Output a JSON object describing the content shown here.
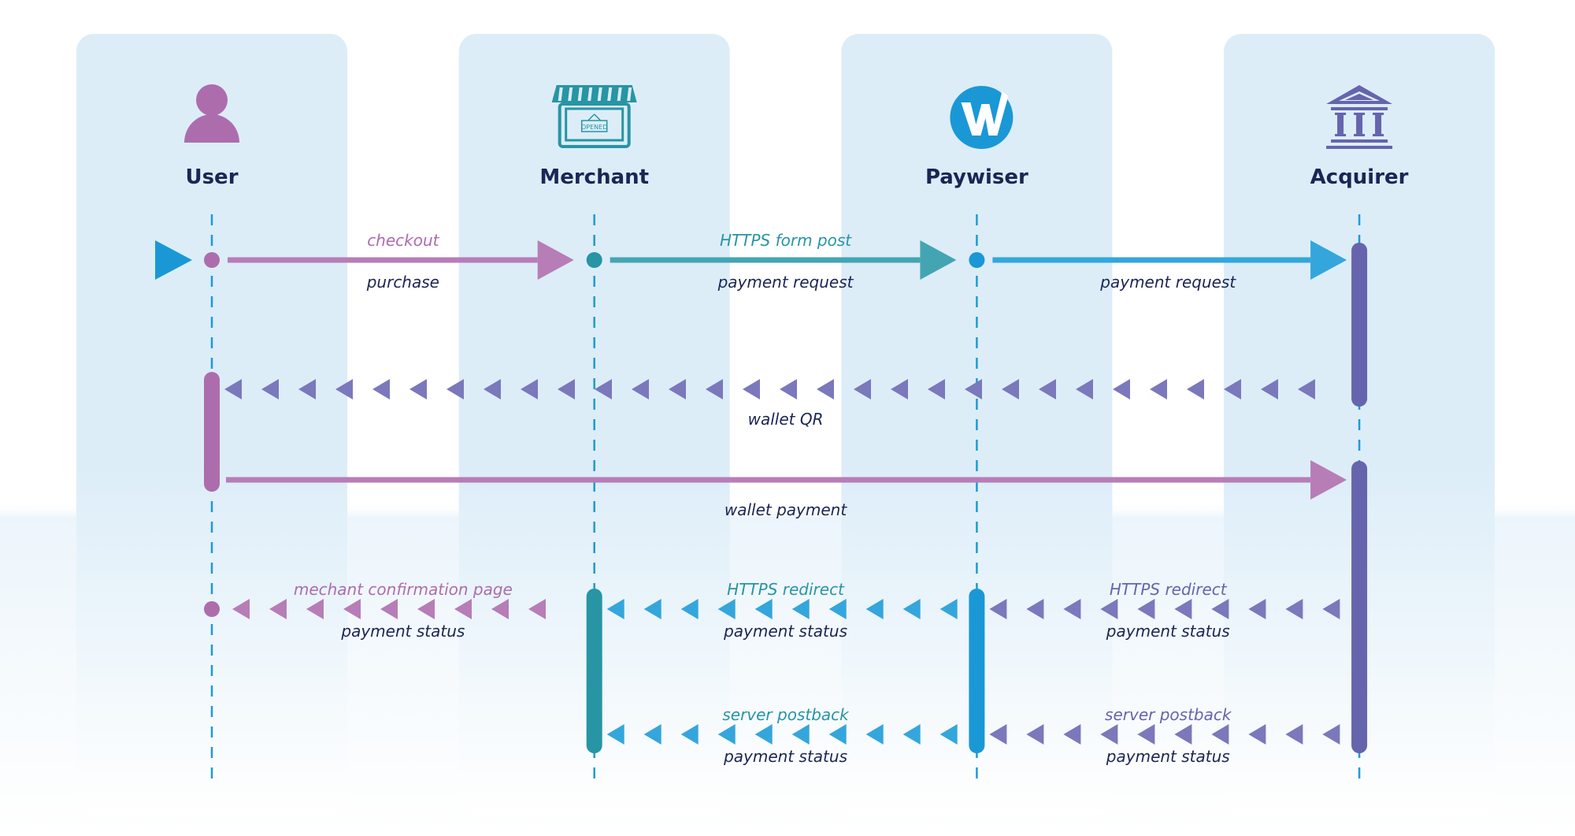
{
  "title": "Wallet payment sequence diagram",
  "colors": {
    "column_bg": "#dcedf8",
    "lifeline": "#1e9ad6",
    "text_dark": "#1c2554",
    "user": "#ad6dad",
    "user_arrow": "#b77db7",
    "merchant": "#2795a4",
    "merchant_arrow": "#44a5b2",
    "paywiser": "#1a98d6",
    "paywiser_arrow": "#34a6dc",
    "acquirer": "#6664ad",
    "acquirer_arrow": "#7b78bb",
    "start_marker": "#1a98d6"
  },
  "actors": [
    {
      "id": "user",
      "label": "User",
      "icon": "user-person-icon"
    },
    {
      "id": "merchant",
      "label": "Merchant",
      "icon": "storefront-icon",
      "icon_text": "OPENED"
    },
    {
      "id": "paywiser",
      "label": "Paywiser",
      "icon": "paywiser-logo-icon",
      "icon_text": "w"
    },
    {
      "id": "acquirer",
      "label": "Acquirer",
      "icon": "bank-building-icon"
    }
  ],
  "messages": [
    {
      "step": 1,
      "from": "user",
      "to": "merchant",
      "style": "solid",
      "color_key": "user_arrow",
      "label_above": "checkout",
      "label_above_color_key": "user",
      "label_below": "purchase",
      "start": "dot"
    },
    {
      "step": 1,
      "from": "merchant",
      "to": "paywiser",
      "style": "solid",
      "color_key": "merchant_arrow",
      "label_above": "HTTPS form post",
      "label_above_color_key": "merchant",
      "label_below": "payment request",
      "start": "dot"
    },
    {
      "step": 1,
      "from": "paywiser",
      "to": "acquirer",
      "style": "solid",
      "color_key": "paywiser_arrow",
      "label_above": "",
      "label_below": "payment request",
      "start": "dot"
    },
    {
      "step": 2,
      "from": "acquirer",
      "to": "user",
      "style": "dotted",
      "color_key": "acquirer_arrow",
      "label_above": "",
      "label_below": "wallet QR"
    },
    {
      "step": 3,
      "from": "user",
      "to": "acquirer",
      "style": "solid",
      "color_key": "user_arrow",
      "label_above": "",
      "label_below": "wallet payment"
    },
    {
      "step": 4,
      "from": "acquirer",
      "to": "paywiser",
      "style": "dotted",
      "color_key": "acquirer_arrow",
      "label_above": "HTTPS redirect",
      "label_above_color_key": "acquirer",
      "label_below": "payment status"
    },
    {
      "step": 4,
      "from": "paywiser",
      "to": "merchant",
      "style": "dotted",
      "color_key": "paywiser_arrow",
      "label_above": "HTTPS redirect",
      "label_above_color_key": "merchant",
      "label_below": "payment status"
    },
    {
      "step": 4,
      "from": "merchant",
      "to": "user",
      "style": "dotted",
      "color_key": "user_arrow",
      "label_above": "mechant confirmation page",
      "label_above_color_key": "user",
      "label_below": "payment status",
      "end": "dot"
    },
    {
      "step": 5,
      "from": "acquirer",
      "to": "paywiser",
      "style": "dotted",
      "color_key": "acquirer_arrow",
      "label_above": "server postback",
      "label_above_color_key": "acquirer",
      "label_below": "payment status"
    },
    {
      "step": 5,
      "from": "paywiser",
      "to": "merchant",
      "style": "dotted",
      "color_key": "paywiser_arrow",
      "label_above": "server postback",
      "label_above_color_key": "merchant",
      "label_below": "payment status"
    }
  ],
  "activations": [
    {
      "actor": "user",
      "from_step": 2,
      "to_step": 3,
      "color_key": "user"
    },
    {
      "actor": "acquirer",
      "from_step": 1,
      "to_step": 2,
      "color_key": "acquirer"
    },
    {
      "actor": "acquirer",
      "from_step": 3,
      "to_step": 5,
      "color_key": "acquirer"
    },
    {
      "actor": "merchant",
      "from_step": 4,
      "to_step": 5,
      "color_key": "merchant"
    },
    {
      "actor": "paywiser",
      "from_step": 4,
      "to_step": 5,
      "color_key": "paywiser"
    }
  ]
}
